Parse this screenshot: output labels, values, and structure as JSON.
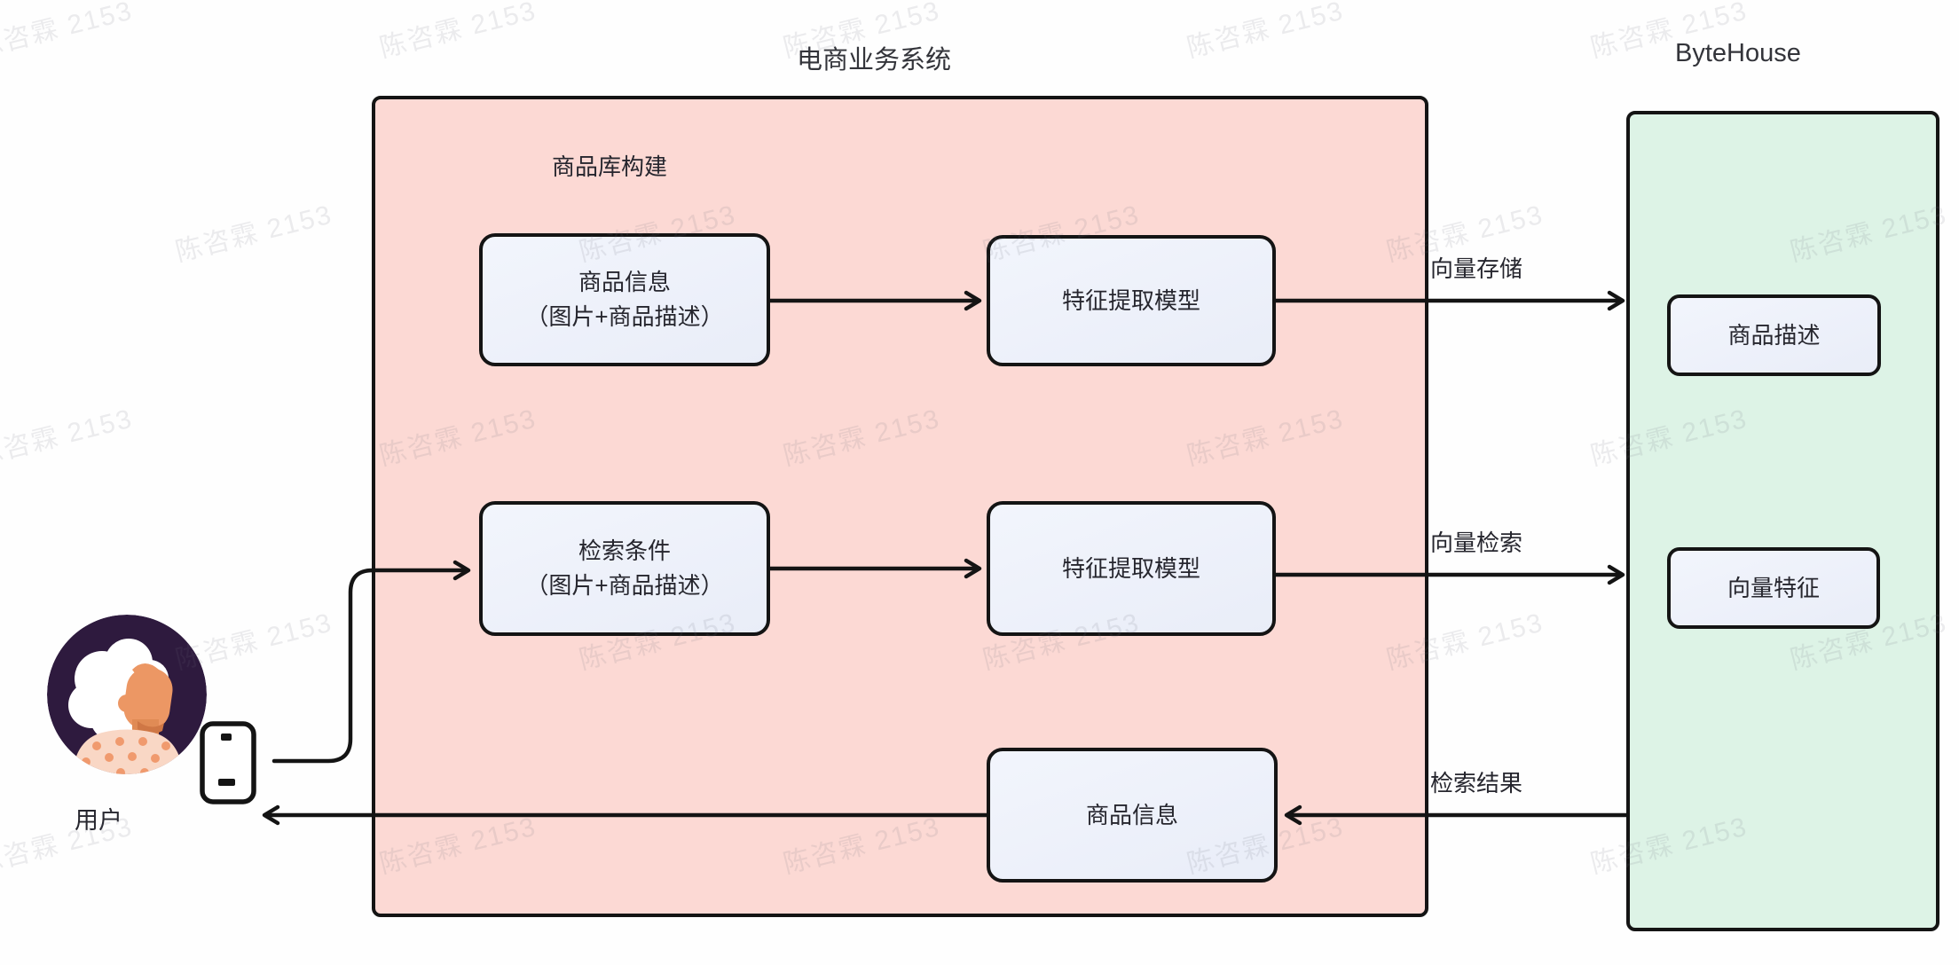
{
  "watermark": {
    "text": "陈咨霖 2153"
  },
  "titles": {
    "ecommerce_system": "电商业务系统",
    "bytehouse": "ByteHouse"
  },
  "ecommerce_system": {
    "section_label": "商品库构建",
    "nodes": {
      "product_info_input": {
        "line1": "商品信息",
        "line2": "（图片+商品描述）"
      },
      "feature_model_top": {
        "label": "特征提取模型"
      },
      "search_condition": {
        "line1": "检索条件",
        "line2": "（图片+商品描述）"
      },
      "feature_model_middle": {
        "label": "特征提取模型"
      },
      "product_info_result": {
        "label": "商品信息"
      }
    }
  },
  "bytehouse": {
    "nodes": {
      "product_desc": {
        "label": "商品描述"
      },
      "vector_feature": {
        "label": "向量特征"
      }
    }
  },
  "edge_labels": {
    "vector_store": "向量存储",
    "vector_search": "向量检索",
    "search_result": "检索结果"
  },
  "user": {
    "label": "用户"
  },
  "colors": {
    "container_pink": "#fcd9d4",
    "container_green": "#ddf3e6",
    "node_fill": "#edf1f9",
    "stroke": "#141414"
  }
}
